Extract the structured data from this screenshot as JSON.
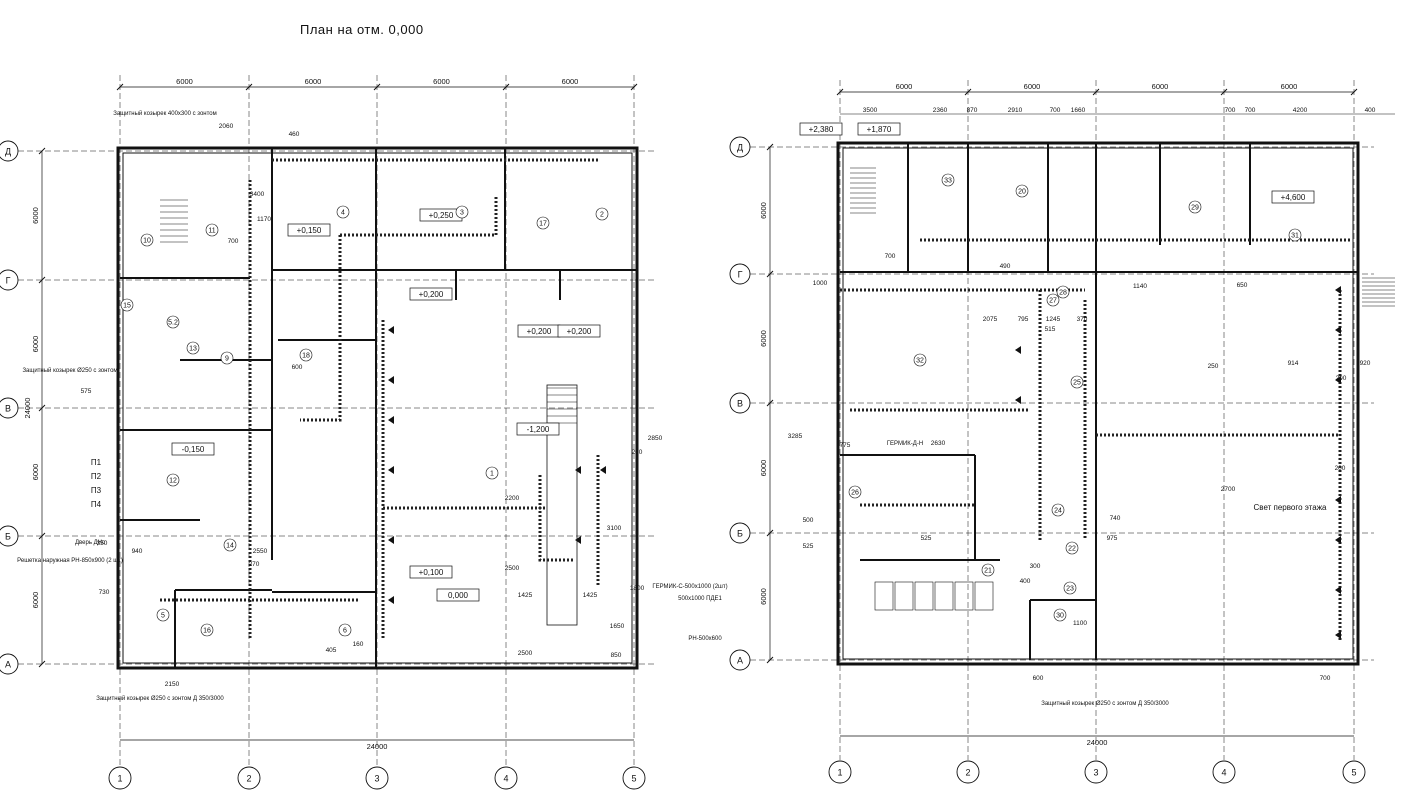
{
  "title": "План на отм. 0,000",
  "left_plan": {
    "top_dims": [
      "6000",
      "6000",
      "6000",
      "6000"
    ],
    "total_dim": "24000",
    "row_axes": [
      "Д",
      "Г",
      "В",
      "Б",
      "А"
    ],
    "col_axes": [
      "1",
      "2",
      "3",
      "4",
      "5"
    ],
    "side_dims": [
      "6000",
      "6000",
      "6000",
      "6000"
    ],
    "side_total": "24000",
    "levels": [
      "+0,150",
      "+0,250",
      "+0,200",
      "+0,200",
      "+0,200",
      "-1,200",
      "+0,100",
      "0,000",
      "-0,150"
    ],
    "rooms": [
      "10",
      "11",
      "4",
      "3",
      "17",
      "2",
      "15",
      "5.2",
      "9",
      "13",
      "18",
      "1",
      "12",
      "16",
      "6",
      "5",
      "14"
    ],
    "notes": [
      "Защитный козырек 400х300 с зонтом",
      "Решетка наружная РН-850х900 (2 шт)",
      "Дверь ДНс",
      "ГЕРМИК-С-500х1000 (2шт)",
      "500х1000 ПДЕ1",
      "РН-500х600",
      "Защитный козырек Ø250 с зонтом Д 350/3000",
      "Защитный козырек Ø250 с зонтом"
    ],
    "valves": [
      "П1",
      "П2",
      "П3",
      "П4"
    ],
    "inner_dims": [
      "2060",
      "460",
      "3400",
      "1170",
      "700",
      "600",
      "575",
      "730",
      "2150",
      "405",
      "160",
      "350",
      "940",
      "2550",
      "270",
      "1425",
      "1425",
      "2500",
      "2200",
      "2500",
      "3100",
      "1800",
      "1650",
      "850",
      "2850",
      "200"
    ]
  },
  "right_plan": {
    "top_dims": [
      "6000",
      "6000",
      "6000",
      "6000"
    ],
    "sub_dims": [
      "3500",
      "2360",
      "870",
      "2910",
      "700",
      "1660",
      "700",
      "700",
      "4200",
      "400"
    ],
    "total_dim": "24000",
    "row_axes": [
      "Д",
      "Г",
      "В",
      "Б",
      "А"
    ],
    "col_axes": [
      "1",
      "2",
      "3",
      "4",
      "5"
    ],
    "side_dims": [
      "6000",
      "6000",
      "6000",
      "6000"
    ],
    "levels": [
      "+2,380",
      "+1,870",
      "+4,600"
    ],
    "rooms": [
      "33",
      "20",
      "29",
      "31",
      "27",
      "28",
      "32",
      "25",
      "26",
      "24",
      "21",
      "22",
      "23",
      "30"
    ],
    "notes": [
      "Свет первого этажа",
      "Защитный козырек Ø250 с зонтом Д 350/3000",
      "ГЕРМИК-Д-Н"
    ],
    "inner_dims": [
      "700",
      "490",
      "1140",
      "650",
      "2075",
      "795",
      "515",
      "1245",
      "370",
      "775",
      "2630",
      "525",
      "500",
      "525",
      "2700",
      "914",
      "920",
      "250",
      "200",
      "1100",
      "600",
      "700",
      "3285",
      "1000",
      "300",
      "400",
      "740",
      "975",
      "200"
    ]
  }
}
